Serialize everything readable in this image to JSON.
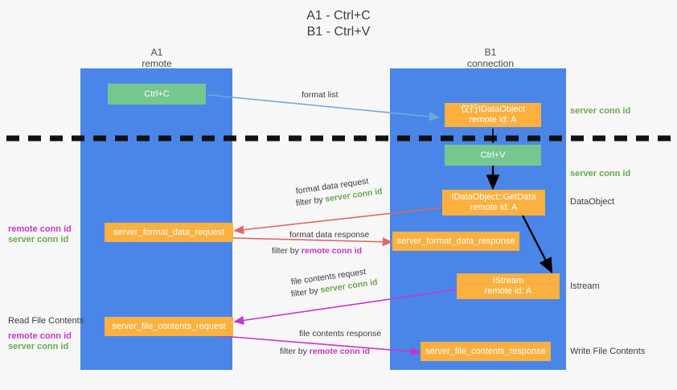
{
  "title": "A1 - Ctrl+C\nB1 - Ctrl+V",
  "columns": [
    {
      "name": "A1",
      "sub": "remote"
    },
    {
      "name": "B1",
      "sub": "connection"
    }
  ],
  "boxes": {
    "ctrl_c": {
      "line1": "Ctrl+C",
      "line2": ""
    },
    "idataobject_remote": {
      "line1": "仅行IDataObject",
      "line2": "remote id: A"
    },
    "ctrl_v": {
      "line1": "Ctrl+V",
      "line2": ""
    },
    "getdata": {
      "line1": "IDataObject::GetData",
      "line2": "remote id: A"
    },
    "format_data_request": {
      "line1": "server_format_data_request",
      "line2": ""
    },
    "format_data_response": {
      "line1": "server_format_data_response",
      "line2": ""
    },
    "istream": {
      "line1": "IStream",
      "line2": "remote id: A"
    },
    "file_contents_request": {
      "line1": "server_file_contents_request",
      "line2": ""
    },
    "file_contents_response": {
      "line1": "server_file_contents_response",
      "line2": ""
    }
  },
  "right_labels": {
    "server_conn_id_top": "server conn id",
    "server_conn_id_second": "server conn id",
    "dataobject": "DataObject",
    "istream": "Istream",
    "write_file_contents": "Write File Contents"
  },
  "left_labels": {
    "remote_conn_id_mid": "remote conn id",
    "server_conn_id_mid": "server conn id",
    "read_file_contents": "Read File Contents",
    "remote_conn_id_bottom": "remote conn id",
    "server_conn_id_bottom": "server conn id"
  },
  "arrow_labels": {
    "format_list": "format list",
    "format_data_request": "format data request",
    "format_data_request_filter_prefix": "filter by ",
    "format_data_request_filter_value": "server conn id",
    "format_data_response": "format data response",
    "format_data_response_filter_prefix": "filter by ",
    "format_data_response_filter_value": "remote conn id",
    "file_contents_request": "file contents request",
    "file_contents_request_filter_prefix": "filter by ",
    "file_contents_request_filter_value": "server conn id",
    "file_contents_response": "file contents response",
    "file_contents_response_filter_prefix": "filter by ",
    "file_contents_response_filter_value": "remote conn id"
  },
  "colors": {
    "lane": "#4a86e8",
    "box_orange": "#fbb040",
    "box_green": "#76c68f",
    "green_text": "#6aa84f",
    "magenta_text": "#c737c7",
    "arrow_blue": "#6fa8dc",
    "arrow_red": "#e06666",
    "arrow_magenta": "#cc33cc",
    "arrow_black": "#000000",
    "background": "#f7f7f7"
  }
}
